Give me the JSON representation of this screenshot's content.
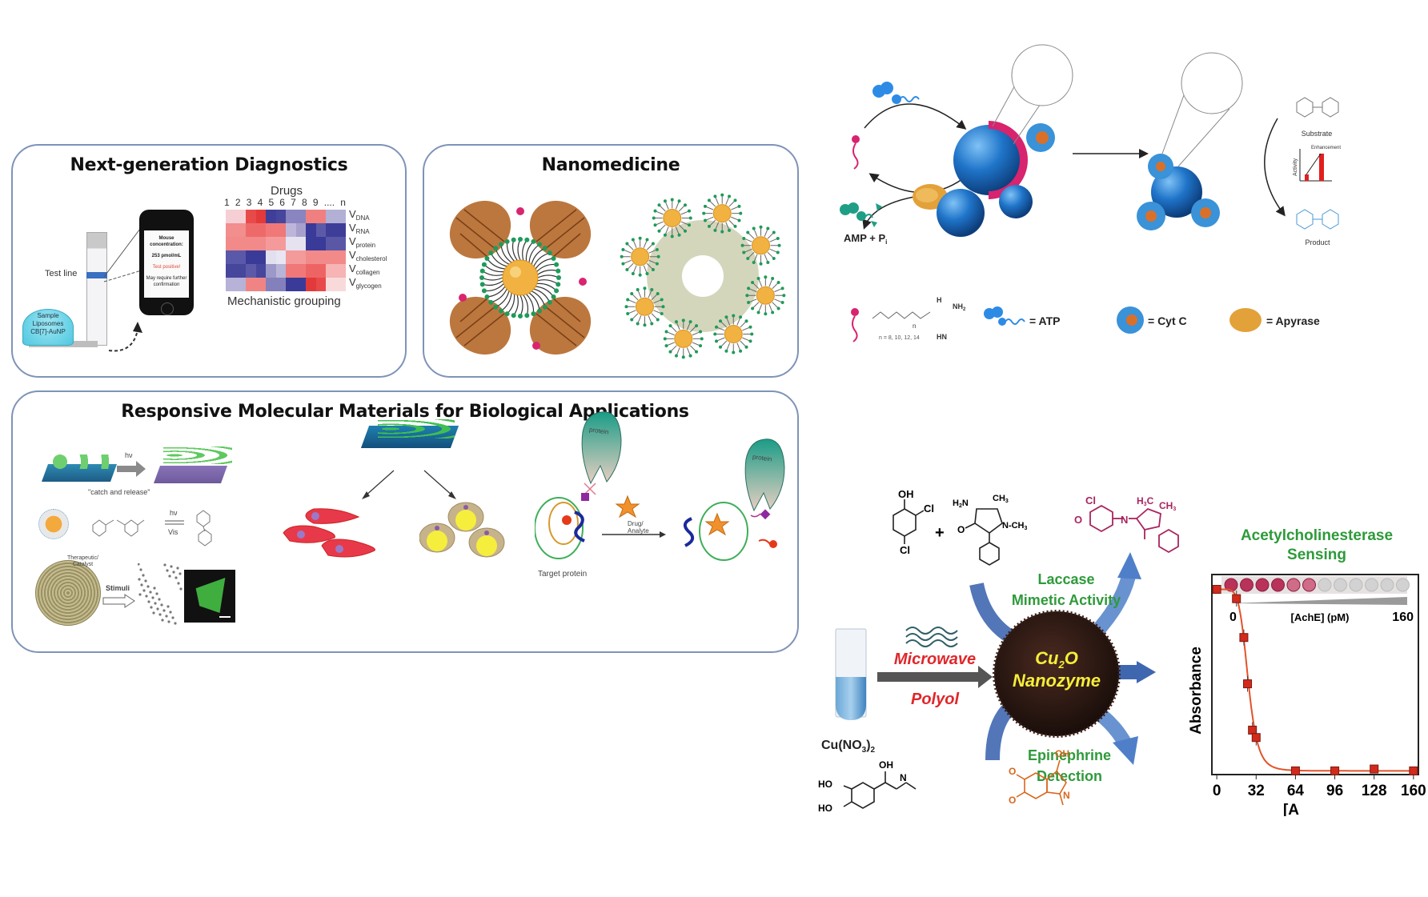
{
  "panels": {
    "diagnostics": {
      "title": "Next-generation Diagnostics",
      "test_line_label": "Test line",
      "sample_label": [
        "Sample",
        "Liposomes",
        "CB[7]-AuNP"
      ],
      "phone_screen": [
        "Mouse concentration:",
        "253 pmol/mL",
        "Test positive!",
        "May require further confirmation"
      ],
      "heatmap": {
        "title": "Drugs",
        "columns": [
          "1",
          "2",
          "3",
          "4",
          "5",
          "6",
          "7",
          "8",
          "9",
          "....",
          "n"
        ],
        "rows": [
          {
            "v": "V",
            "sub": "DNA"
          },
          {
            "v": "V",
            "sub": "RNA"
          },
          {
            "v": "V",
            "sub": "protein"
          },
          {
            "v": "V",
            "sub": "cholesterol"
          },
          {
            "v": "V",
            "sub": "collagen"
          },
          {
            "v": "V",
            "sub": "glycogen"
          }
        ],
        "caption": "Mechanistic grouping",
        "cells": [
          [
            "#f6cfd4",
            "#f6cfd4",
            "#e84a4a",
            "#e23a3a",
            "#3f3f99",
            "#46469c",
            "#8a84c0",
            "#8a84c0",
            "#f08080",
            "#f08080",
            "#b3b0d6",
            "#b3b0d6"
          ],
          [
            "#f28e8e",
            "#f28e8e",
            "#ee6a6a",
            "#ee6a6a",
            "#f07878",
            "#f07878",
            "#bdb6da",
            "#a7a0cc",
            "#3a3a98",
            "#5c5aa8",
            "#3e3e99",
            "#3e3e99"
          ],
          [
            "#f28a8a",
            "#f28a8a",
            "#f28a8a",
            "#f28a8a",
            "#f49a9a",
            "#f49a9a",
            "#e6e2f0",
            "#e6e2f0",
            "#3a3a98",
            "#3a3a98",
            "#5a58a6",
            "#5a58a6"
          ],
          [
            "#5a58a8",
            "#5a58a8",
            "#3a3a98",
            "#3a3a98",
            "#e2e0ee",
            "#e8e6f2",
            "#f49a9a",
            "#f49a9a",
            "#f28a8a",
            "#f28a8a",
            "#f28a8a",
            "#f28a8a"
          ],
          [
            "#46469c",
            "#46469c",
            "#5c5aa8",
            "#46469c",
            "#9c98c8",
            "#b8b4d8",
            "#f07878",
            "#f07878",
            "#ee6464",
            "#ee6464",
            "#f6b4b4",
            "#f6b4b4"
          ],
          [
            "#b6b2d8",
            "#b6b2d8",
            "#f08484",
            "#f08484",
            "#8480bc",
            "#8480bc",
            "#3a3a98",
            "#3a3a98",
            "#e23a3a",
            "#e84a4a",
            "#f9dada",
            "#f9dada"
          ]
        ]
      }
    },
    "nanomedicine": {
      "title": "Nanomedicine"
    },
    "responsive": {
      "title": "Responsive Molecular Materials for Biological Applications",
      "catch_release_label": "\"catch and release\"",
      "hv_label": "hν",
      "photo_switch_labels": [
        "hν",
        "Vis"
      ],
      "therapeutic_label": [
        "Therapeutic/",
        "Catalyst"
      ],
      "stimuli_label": "Stimuli",
      "protein_label": "protein",
      "target_protein_label": "Target protein",
      "drug_label": [
        "Drug/",
        "Analyte"
      ]
    }
  },
  "scheme_top_right": {
    "amp_label": "AMP + P",
    "amp_sub": "i",
    "substrate_label": "Substrate",
    "product_label": "Product",
    "activity_axis": "Activity",
    "enhancement_label": "Enhancement",
    "legend": {
      "n_values": "n = 8, 10, 12, 14",
      "nh2": "NH",
      "hn": "HN",
      "h": "H",
      "n_label": "n",
      "atp": "= ATP",
      "cytc": "=  Cyt C",
      "apyrase": "=  Apyrase"
    }
  },
  "scheme_bottom_right": {
    "precursor": "Cu(NO",
    "precursor_tail": ")",
    "microwave": "Microwave",
    "polyol": "Polyol",
    "nanozyme_line1": "Cu",
    "nanozyme_line1_tail": "O",
    "nanozyme_line2": "Nanozyme",
    "laccase_line1": "Laccase",
    "laccase_line2": "Mimetic Activity",
    "epinephrine_line1": "Epinephrine",
    "epinephrine_line2": "Detection",
    "ache_title_line1": "Acetylcholinesterase",
    "ache_title_line2": "Sensing",
    "chem_labels": {
      "oh": "OH",
      "cl": "Cl",
      "plus": "+",
      "h2n": "H",
      "ch3": "CH",
      "n_ch3": "N-CH",
      "o": "O",
      "n": "N",
      "h3c": "H",
      "ho": "HO"
    },
    "colors": {
      "green_text": "#2e9a3a",
      "red_text": "#e0262a",
      "yellow_text": "#f5ee3a",
      "product_magenta": "#a8255e",
      "product_orange": "#d9661c",
      "arrow_blue": "#3f67b0",
      "curve": "#e2532a",
      "marker": "#d22a1c"
    }
  },
  "chart_data": {
    "type": "scatter",
    "title": "Acetylcholinesterase Sensing",
    "xlabel": "[A",
    "ylabel": "Absorbance",
    "xlim": [
      -4,
      164
    ],
    "ylim": [
      0,
      1.08
    ],
    "xticks": [
      0,
      32,
      64,
      96,
      128,
      160
    ],
    "grid": false,
    "inset": {
      "label": "[AchE] (pM)",
      "start": "0",
      "end": "160",
      "wells": 12,
      "colored_wells": 6
    },
    "points": [
      {
        "x": 0,
        "y": 1.0
      },
      {
        "x": 16,
        "y": 0.95
      },
      {
        "x": 22,
        "y": 0.74
      },
      {
        "x": 25,
        "y": 0.49
      },
      {
        "x": 29,
        "y": 0.24
      },
      {
        "x": 32,
        "y": 0.2
      },
      {
        "x": 64,
        "y": 0.02
      },
      {
        "x": 96,
        "y": 0.02
      },
      {
        "x": 128,
        "y": 0.03
      },
      {
        "x": 160,
        "y": 0.02
      }
    ],
    "fit": "sigmoid"
  }
}
